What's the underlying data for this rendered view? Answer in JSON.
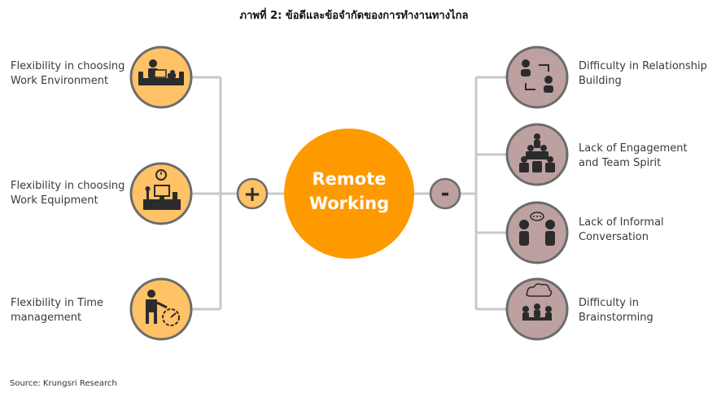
{
  "title": "ภาพที่ 2: ข้อดีและข้อจำกัดของการทำงานทางไกล",
  "center": {
    "line1": "Remote",
    "line2": "Working"
  },
  "plus_sign": "+",
  "minus_sign": "-",
  "advantages": [
    {
      "line1": "Flexibility in choosing",
      "line2": "Work Environment",
      "icon": "person-on-sofa-with-laptop-icon"
    },
    {
      "line1": "Flexibility in choosing",
      "line2": "Work Equipment",
      "icon": "desk-with-computer-icon"
    },
    {
      "line1": "Flexibility in Time",
      "line2": "management",
      "icon": "person-with-clock-icon"
    }
  ],
  "limitations": [
    {
      "line1": "Difficulty in Relationship",
      "line2": "Building",
      "icon": "two-people-exchange-icon"
    },
    {
      "line1": "Lack of Engagement",
      "line2": "and Team Spirit",
      "icon": "team-pyramid-icon"
    },
    {
      "line1": "Lack of Informal",
      "line2": "Conversation",
      "icon": "two-people-talking-icon"
    },
    {
      "line1": "Difficulty in",
      "line2": "Brainstorming",
      "icon": "group-meeting-icon"
    }
  ],
  "source": "Source:  Krungsri Research",
  "colors": {
    "center": "#FF9900",
    "advantage_fill": "#FFC266",
    "advantage_border": "#6B6B6B",
    "limitation_fill": "#BDA0A0",
    "limitation_border": "#6B6B6B",
    "connector": "#C8C8C8",
    "icon": "#2B2B2B"
  }
}
